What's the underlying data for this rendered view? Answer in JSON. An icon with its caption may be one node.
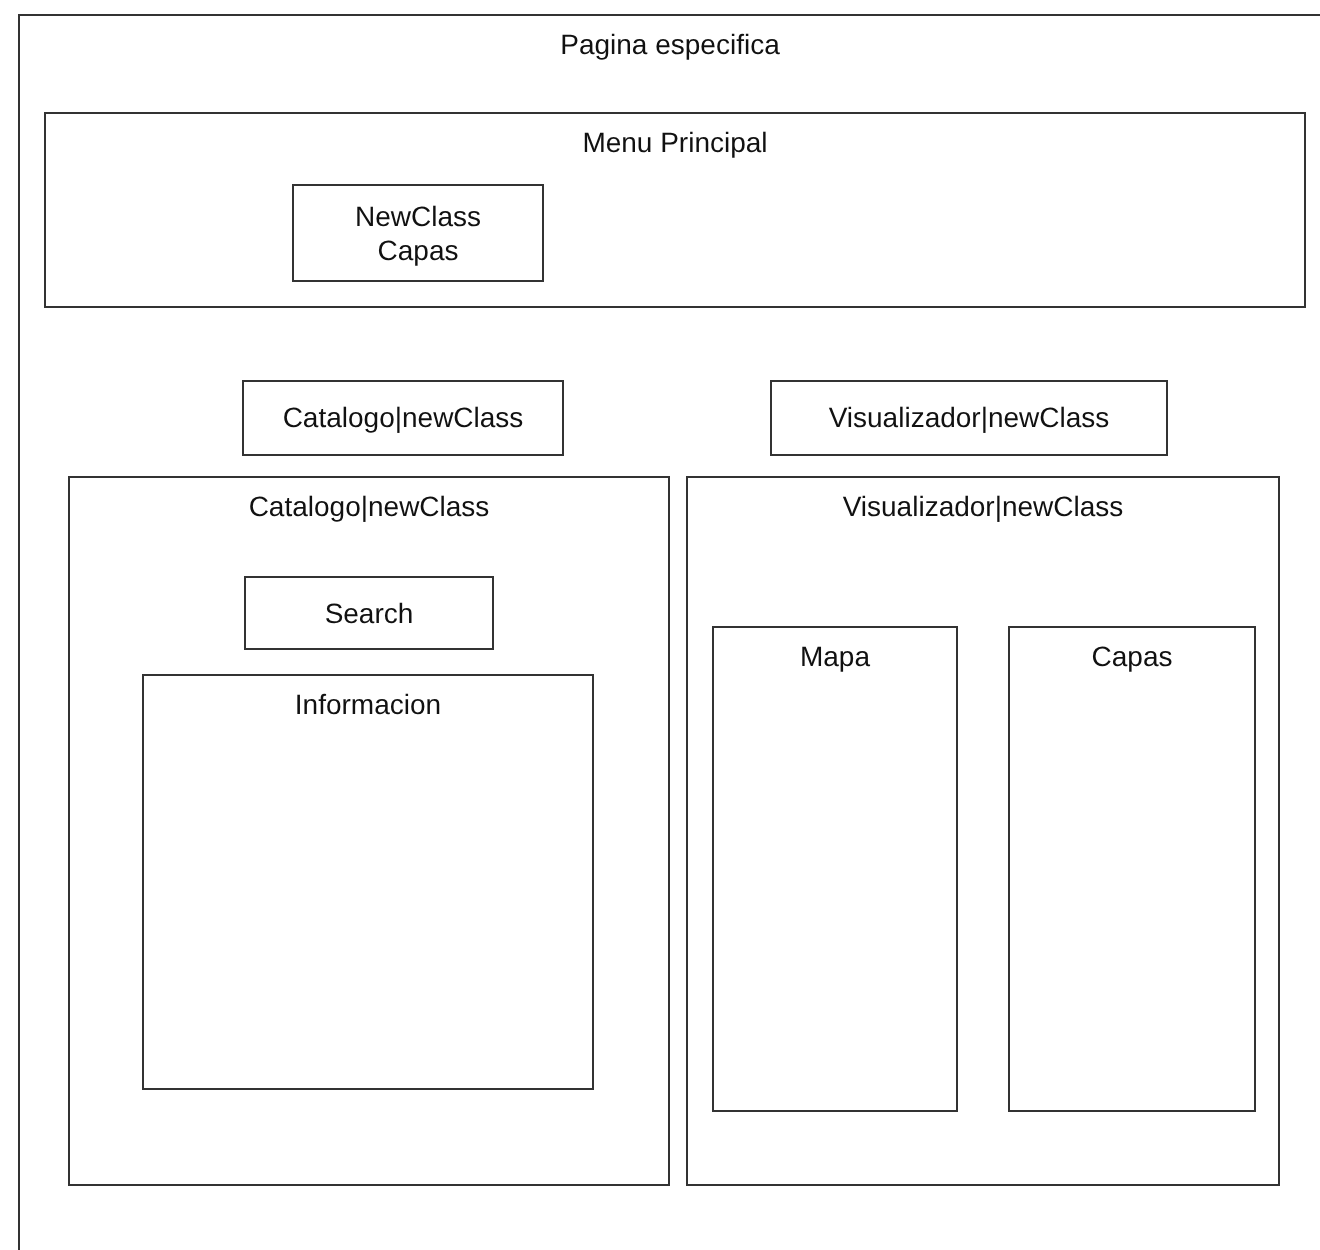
{
  "diagram": {
    "nodes": [
      {
        "text": [
          "Pagina especifica"
        ]
      },
      {
        "text": [
          "Menu Principal"
        ],
        "in": 0
      },
      {
        "text": [
          "NewClass Capas"
        ],
        "in": 1
      },
      {
        "text": [
          "Catalogo|newClass"
        ],
        "in": 0
      },
      {
        "text": [
          "Visualizador|newClass"
        ],
        "in": 0
      },
      {
        "text": [
          "Catalogo|newClass"
        ],
        "in": 0
      },
      {
        "text": [
          "Search"
        ],
        "in": 5
      },
      {
        "text": [
          "Informacion"
        ],
        "in": 5
      },
      {
        "text": [
          "Visualizador|newClass"
        ],
        "in": 0
      },
      {
        "text": [
          "Mapa"
        ],
        "in": 8
      },
      {
        "text": [
          "Capas"
        ],
        "in": 8
      }
    ]
  }
}
